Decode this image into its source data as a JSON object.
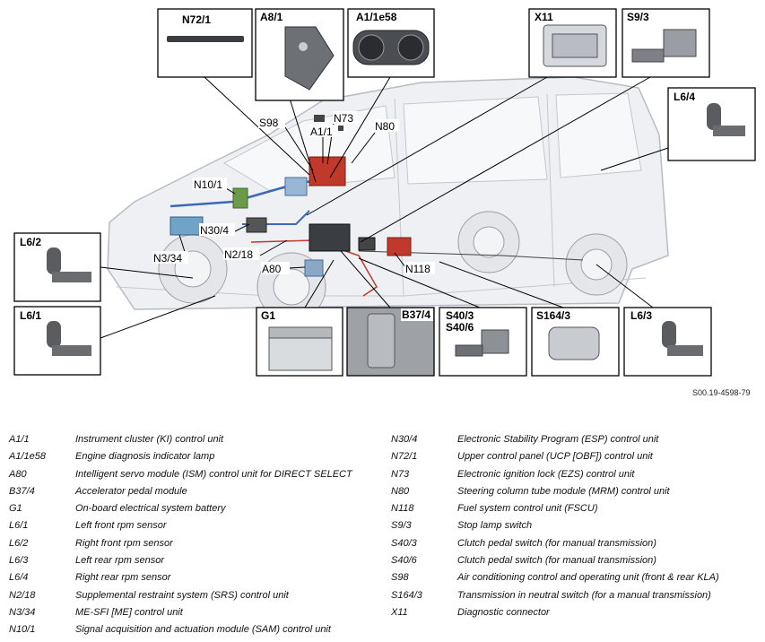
{
  "figure": {
    "reference": "S00.19-4598-79",
    "boxes": [
      {
        "id": "n72_1",
        "label": "N72/1"
      },
      {
        "id": "a8_1",
        "label": "A8/1"
      },
      {
        "id": "a1_1e58",
        "label": "A1/1e58"
      },
      {
        "id": "x11",
        "label": "X11"
      },
      {
        "id": "s9_3",
        "label": "S9/3"
      },
      {
        "id": "l6_4",
        "label": "L6/4"
      },
      {
        "id": "l6_2",
        "label": "L6/2"
      },
      {
        "id": "l6_1",
        "label": "L6/1"
      },
      {
        "id": "g1",
        "label": "G1"
      },
      {
        "id": "b37_4",
        "label": "B37/4"
      },
      {
        "id": "s40",
        "label": "S40/3",
        "label2": "S40/6"
      },
      {
        "id": "s164_3",
        "label": "S164/3"
      },
      {
        "id": "l6_3",
        "label": "L6/3"
      }
    ],
    "callouts": [
      "S98",
      "N73",
      "A1/1",
      "N80",
      "N10/1",
      "N30/4",
      "N3/34",
      "N2/18",
      "A80",
      "N118"
    ]
  },
  "legend": {
    "left": [
      {
        "code": "A1/1",
        "desc": "Instrument cluster (KI) control unit"
      },
      {
        "code": "A1/1e58",
        "desc": "Engine diagnosis indicator lamp"
      },
      {
        "code": "A80",
        "desc": "Intelligent servo module (ISM) control unit for DIRECT SELECT"
      },
      {
        "code": "B37/4",
        "desc": "Accelerator pedal module"
      },
      {
        "code": "G1",
        "desc": "On-board electrical system battery"
      },
      {
        "code": "L6/1",
        "desc": "Left front rpm sensor"
      },
      {
        "code": "L6/2",
        "desc": "Right front rpm sensor"
      },
      {
        "code": "L6/3",
        "desc": "Left rear rpm sensor"
      },
      {
        "code": "L6/4",
        "desc": "Right rear rpm sensor"
      },
      {
        "code": "N2/18",
        "desc": "Supplemental restraint system (SRS) control unit"
      },
      {
        "code": "N3/34",
        "desc": "ME-SFI [ME] control unit"
      },
      {
        "code": "N10/1",
        "desc": "Signal acquisition and actuation module (SAM) control unit"
      }
    ],
    "right": [
      {
        "code": "N30/4",
        "desc": "Electronic Stability Program (ESP) control unit"
      },
      {
        "code": "N72/1",
        "desc": "Upper control panel (UCP [OBF]) control unit"
      },
      {
        "code": "N73",
        "desc": "Electronic ignition lock (EZS) control unit"
      },
      {
        "code": "N80",
        "desc": "Steering column tube module (MRM) control unit"
      },
      {
        "code": "N118",
        "desc": "Fuel system control unit (FSCU)"
      },
      {
        "code": "S9/3",
        "desc": "Stop lamp switch"
      },
      {
        "code": "S40/3",
        "desc": "Clutch pedal switch (for manual transmission)"
      },
      {
        "code": "S40/6",
        "desc": "Clutch pedal switch (for manual transmission)"
      },
      {
        "code": "S98",
        "desc": "Air conditioning control and operating unit (front & rear KLA)"
      },
      {
        "code": "S164/3",
        "desc": "Transmission in neutral switch (for a manual transmission)"
      },
      {
        "code": "X11",
        "desc": "Diagnostic connector"
      }
    ]
  },
  "colors": {
    "outline": "#000000",
    "vehicle": "#c8ccd2",
    "harness_blue": "#3a67b8",
    "harness_red": "#c0392b",
    "module_green": "#6a9a4a",
    "module_red": "#c0392b",
    "sensor_gray": "#5a5c60"
  }
}
